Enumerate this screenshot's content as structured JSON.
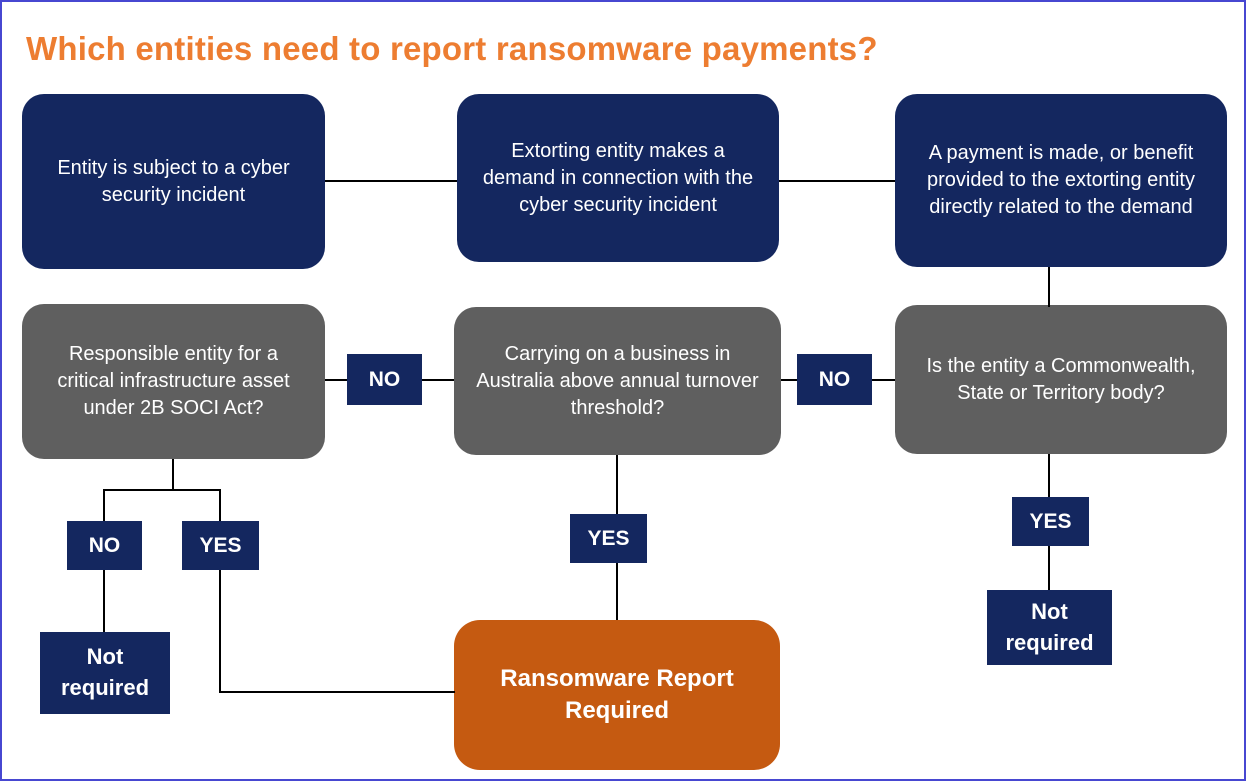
{
  "title": "Which entities need to report ransomware payments?",
  "nodes": {
    "incident": "Entity is subject to a cyber security incident",
    "demand": "Extorting entity makes a demand in connection with the cyber security incident",
    "payment": "A payment is made, or benefit provided to the extorting entity directly related to the demand",
    "soci": "Responsible entity for a critical infrastructure asset under 2B SOCI Act?",
    "turnover": "Carrying on a business in Australia above annual turnover threshold?",
    "government": "Is the entity a Commonwealth, State or Territory body?",
    "report_required": "Ransomware Report Required",
    "not_required_left": "Not required",
    "not_required_right": "Not required"
  },
  "labels": {
    "no": "NO",
    "yes": "YES"
  },
  "edges": [
    {
      "from": "incident",
      "to": "demand",
      "label": ""
    },
    {
      "from": "demand",
      "to": "payment",
      "label": ""
    },
    {
      "from": "payment",
      "to": "government",
      "label": ""
    },
    {
      "from": "government",
      "to": "turnover",
      "label": "NO"
    },
    {
      "from": "turnover",
      "to": "soci",
      "label": "NO"
    },
    {
      "from": "soci",
      "to": "not_required_left",
      "label": "NO"
    },
    {
      "from": "soci",
      "to": "report_required",
      "label": "YES"
    },
    {
      "from": "turnover",
      "to": "report_required",
      "label": "YES"
    },
    {
      "from": "government",
      "to": "not_required_right",
      "label": "YES"
    }
  ],
  "colors": {
    "navy": "#14275F",
    "gray": "#5F5F5F",
    "orange_box": "#C55A11",
    "title_orange": "#ED7D31",
    "border": "#4747D1",
    "connector": "#000000"
  }
}
